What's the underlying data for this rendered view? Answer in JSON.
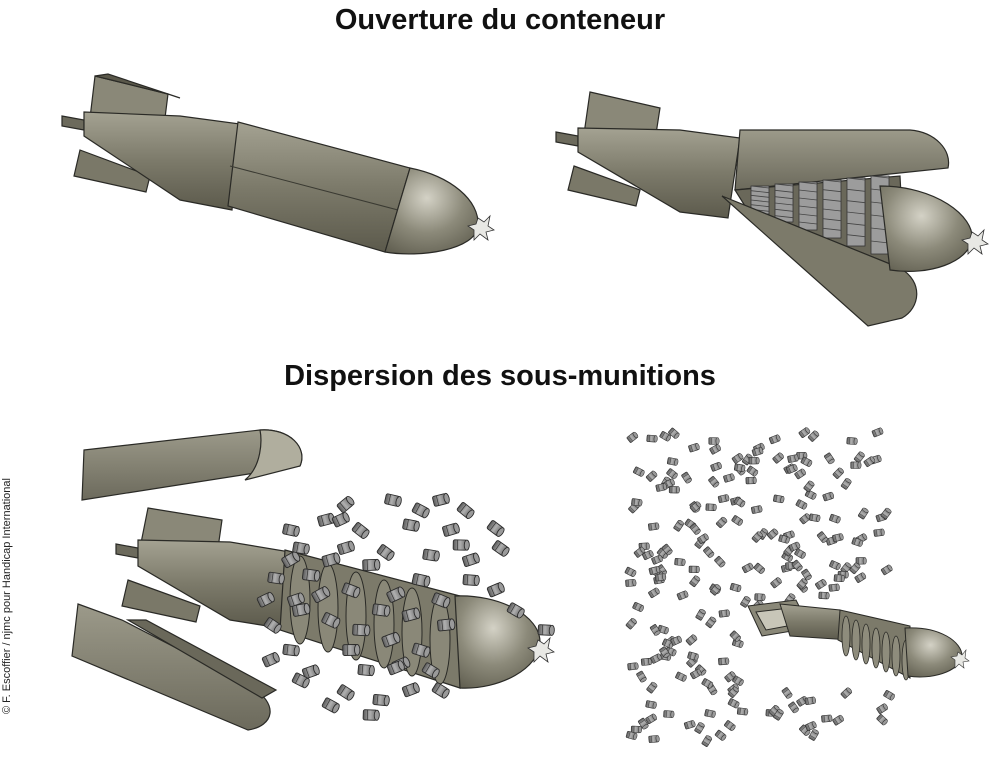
{
  "titles": {
    "opening": "Ouverture du conteneur",
    "dispersion": "Dispersion des sous-munitions"
  },
  "credit": "© F. Escoffier / njmc pour Handicap International",
  "colors": {
    "casing": "#7a7868",
    "casing_dark": "#5a5a4c",
    "casing_light": "#b4b2a4",
    "submunition": "#8a8a8a",
    "submunition_dark": "#4a4a4a",
    "outline": "#2a2a26"
  },
  "panels": [
    {
      "name": "intact-container",
      "stage": "closed"
    },
    {
      "name": "opening-container",
      "stage": "opening"
    },
    {
      "name": "releasing-submunitions",
      "stage": "releasing"
    },
    {
      "name": "dispersed-submunitions",
      "stage": "dispersed"
    }
  ]
}
